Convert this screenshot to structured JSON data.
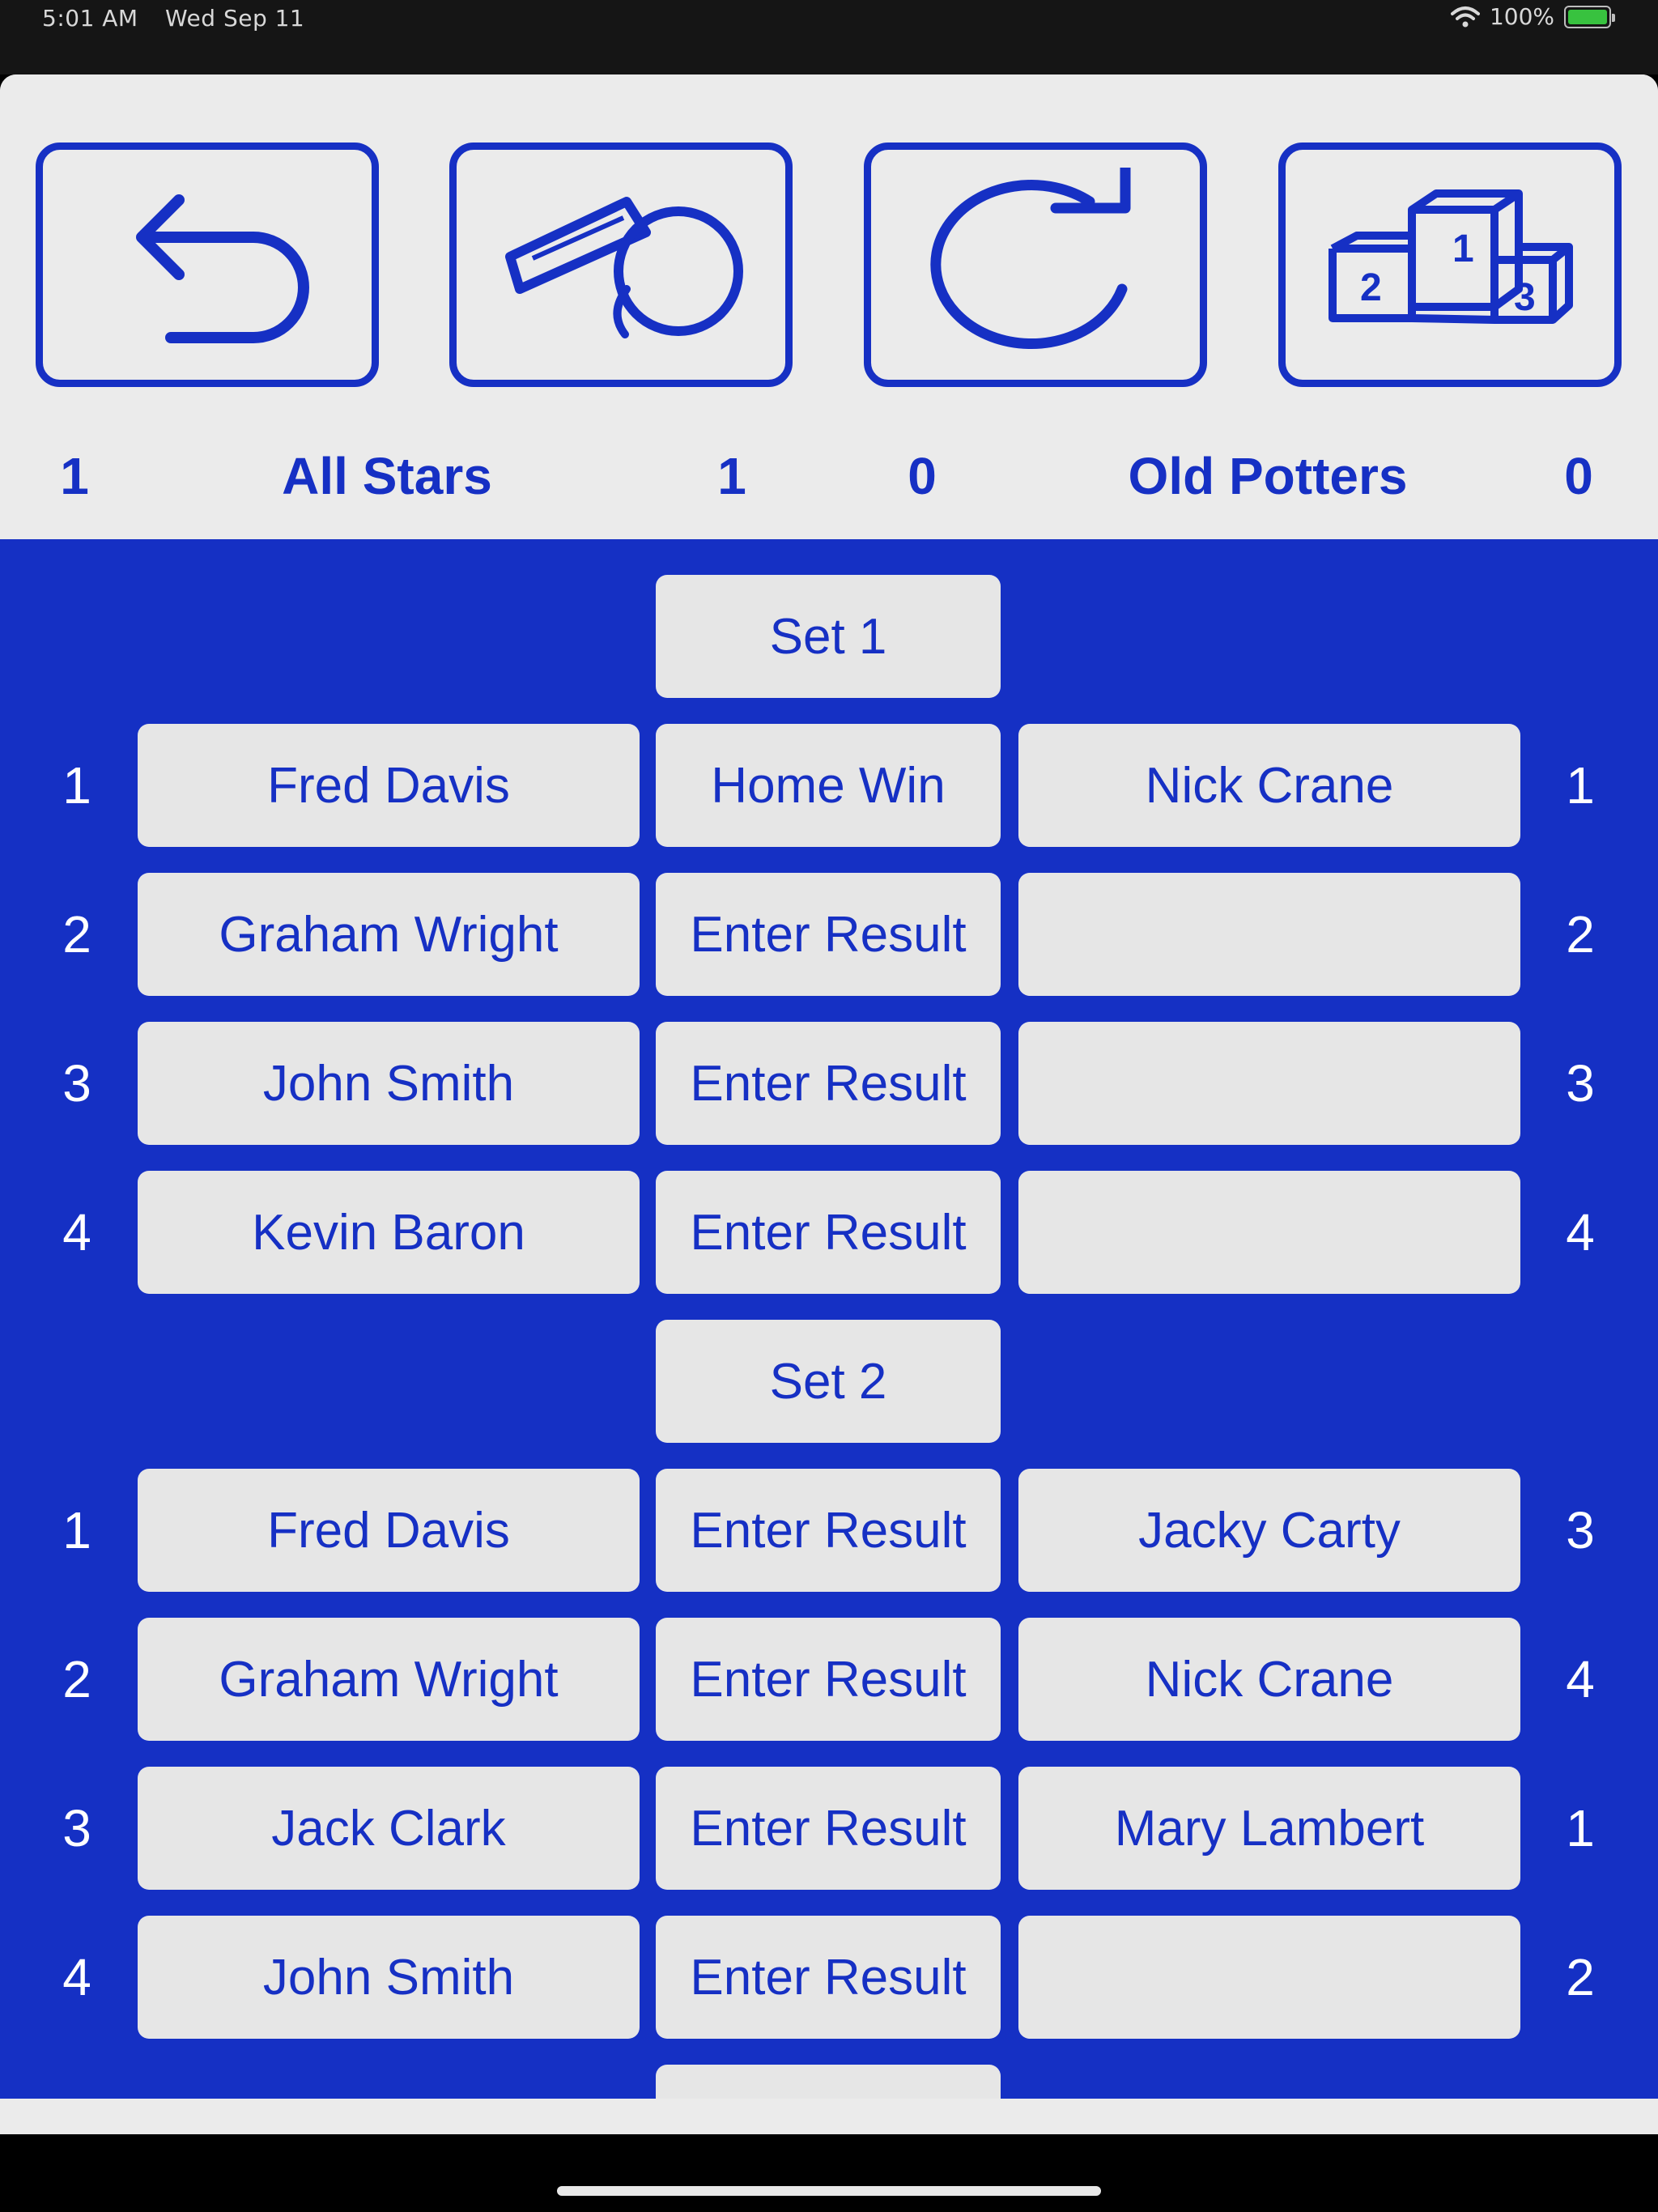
{
  "status_bar": {
    "time": "5:01 AM",
    "date": "Wed Sep 11",
    "battery": "100%",
    "battery_level": 1.0
  },
  "toolbar": {
    "buttons": [
      {
        "name": "back-button",
        "icon": "back-arrow-icon"
      },
      {
        "name": "whistle-button",
        "icon": "whistle-icon"
      },
      {
        "name": "reset-button",
        "icon": "refresh-icon"
      },
      {
        "name": "standings-button",
        "icon": "podium-icon"
      }
    ],
    "podium_labels": [
      "1",
      "2",
      "3"
    ]
  },
  "scoreboard": {
    "home_index": "1",
    "home_team": "All Stars",
    "home_score": "1",
    "away_score": "0",
    "away_team": "Old Potters",
    "away_index": "0"
  },
  "colors": {
    "accent": "#1630c4",
    "panel": "#1530c4",
    "cell": "#e6e6e6",
    "background": "#ebebeb"
  },
  "sets": [
    {
      "label": "Set 1",
      "games": [
        {
          "home_index": "1",
          "home_player": "Fred Davis",
          "result": "Home Win",
          "away_player": "Nick Crane",
          "away_index": "1"
        },
        {
          "home_index": "2",
          "home_player": "Graham Wright",
          "result": "Enter Result",
          "away_player": "",
          "away_index": "2"
        },
        {
          "home_index": "3",
          "home_player": "John Smith",
          "result": "Enter Result",
          "away_player": "",
          "away_index": "3"
        },
        {
          "home_index": "4",
          "home_player": "Kevin Baron",
          "result": "Enter Result",
          "away_player": "",
          "away_index": "4"
        }
      ]
    },
    {
      "label": "Set 2",
      "games": [
        {
          "home_index": "1",
          "home_player": "Fred Davis",
          "result": "Enter Result",
          "away_player": "Jacky Carty",
          "away_index": "3"
        },
        {
          "home_index": "2",
          "home_player": "Graham Wright",
          "result": "Enter Result",
          "away_player": "Nick Crane",
          "away_index": "4"
        },
        {
          "home_index": "3",
          "home_player": "Jack Clark",
          "result": "Enter Result",
          "away_player": "Mary Lambert",
          "away_index": "1"
        },
        {
          "home_index": "4",
          "home_player": "John Smith",
          "result": "Enter Result",
          "away_player": "",
          "away_index": "2"
        }
      ]
    },
    {
      "label": "",
      "games": []
    }
  ]
}
